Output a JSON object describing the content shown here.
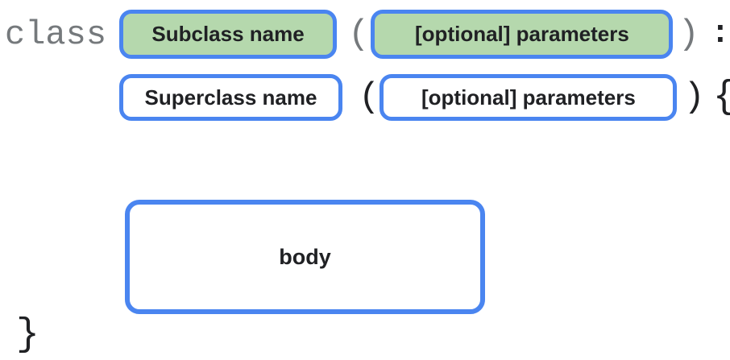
{
  "diagram": {
    "title_semantic": "class inheritance syntax diagram",
    "keyword": "class",
    "row1": {
      "subclass_label": "Subclass name",
      "open_paren": "(",
      "params_label": "[optional] parameters",
      "close_paren": ")",
      "colon": ":"
    },
    "row2": {
      "superclass_label": "Superclass name",
      "open_paren": "(",
      "params_label": "[optional] parameters",
      "close_paren": ")",
      "open_brace": "{"
    },
    "body_label": "body",
    "close_brace": "}",
    "colors": {
      "accent_blue": "#4a85f0",
      "highlight_green": "#b5d8ad",
      "keyword_gray": "#75797c",
      "text_dark": "#202124",
      "background": "#ffffff"
    }
  }
}
